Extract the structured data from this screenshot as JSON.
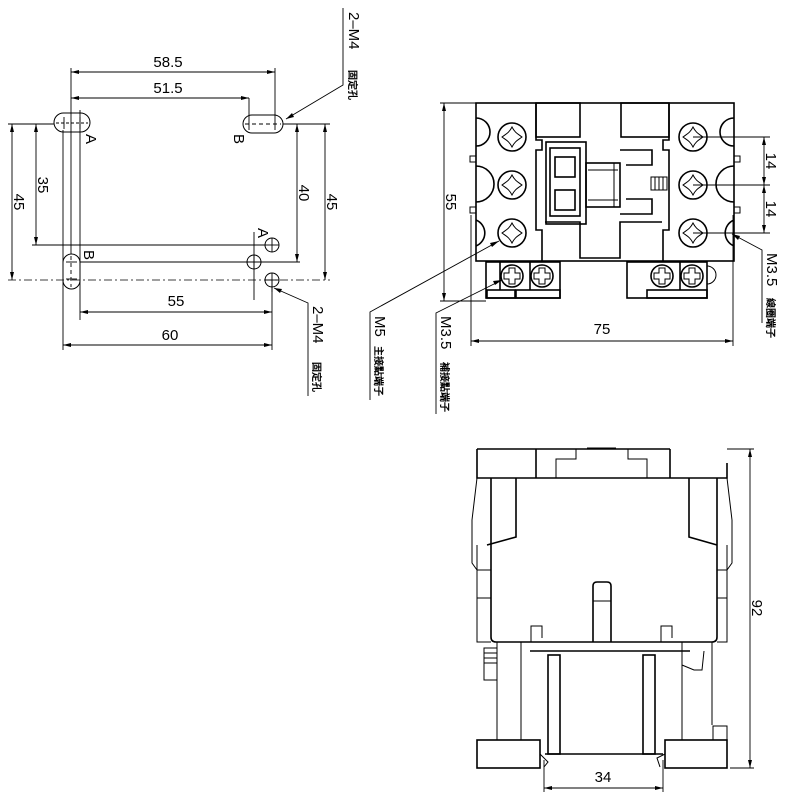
{
  "drawing": {
    "mounting_view": {
      "dims": {
        "top_outer": "58.5",
        "top_inner": "51.5",
        "left_outer": "45",
        "left_inner": "35",
        "right_inner": "40",
        "right_outer": "45",
        "bottom_inner": "55",
        "bottom_outer": "60"
      },
      "hole_labels": {
        "a1": "A",
        "b1": "B",
        "a2": "A",
        "b2": "B"
      },
      "callout_top": {
        "spec": "2–M4",
        "desc": "固定孔"
      },
      "callout_bottom": {
        "spec": "2–M4",
        "desc": "固定孔"
      }
    },
    "top_view": {
      "dims": {
        "height": "55",
        "width": "75",
        "pitch_1": "14",
        "pitch_2": "14"
      },
      "callouts": [
        {
          "spec": "M5",
          "desc": "主接點端子"
        },
        {
          "spec": "M3.5",
          "desc": "補接點端子"
        },
        {
          "spec": "M3.5",
          "desc": "線圈端子"
        }
      ]
    },
    "side_view": {
      "dims": {
        "height": "92",
        "rail_width": "34"
      }
    }
  }
}
